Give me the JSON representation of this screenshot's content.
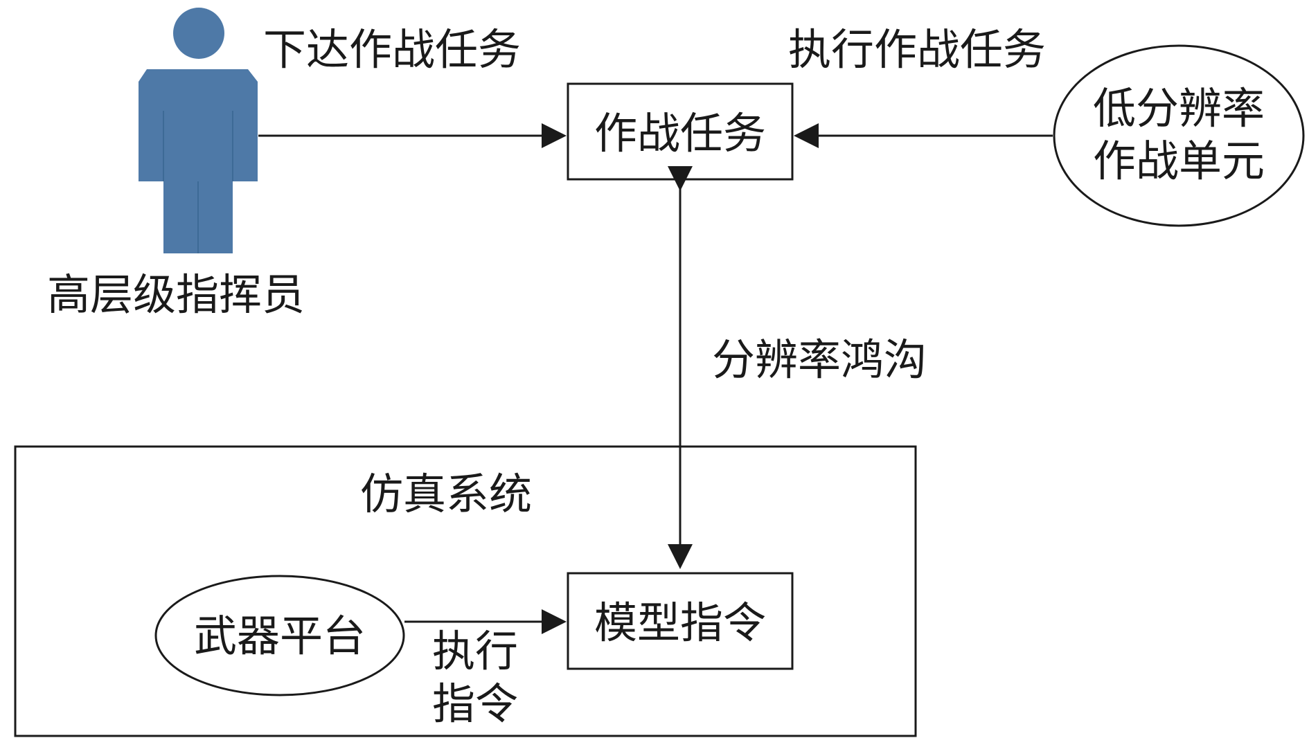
{
  "diagram": {
    "commander": {
      "label": "高层级指挥员",
      "color": "#4e79a7"
    },
    "issue_task_label": "下达作战任务",
    "execute_task_label": "执行作战任务",
    "combat_task_box": "作战任务",
    "low_res_unit": {
      "line1": "低分辨率",
      "line2": "作战单元"
    },
    "resolution_gap_label": "分辨率鸿沟",
    "simulation_system": {
      "title": "仿真系统",
      "weapon_platform": "武器平台",
      "model_command": "模型指令",
      "execute_command": {
        "line1": "执行",
        "line2": "指令"
      }
    }
  }
}
